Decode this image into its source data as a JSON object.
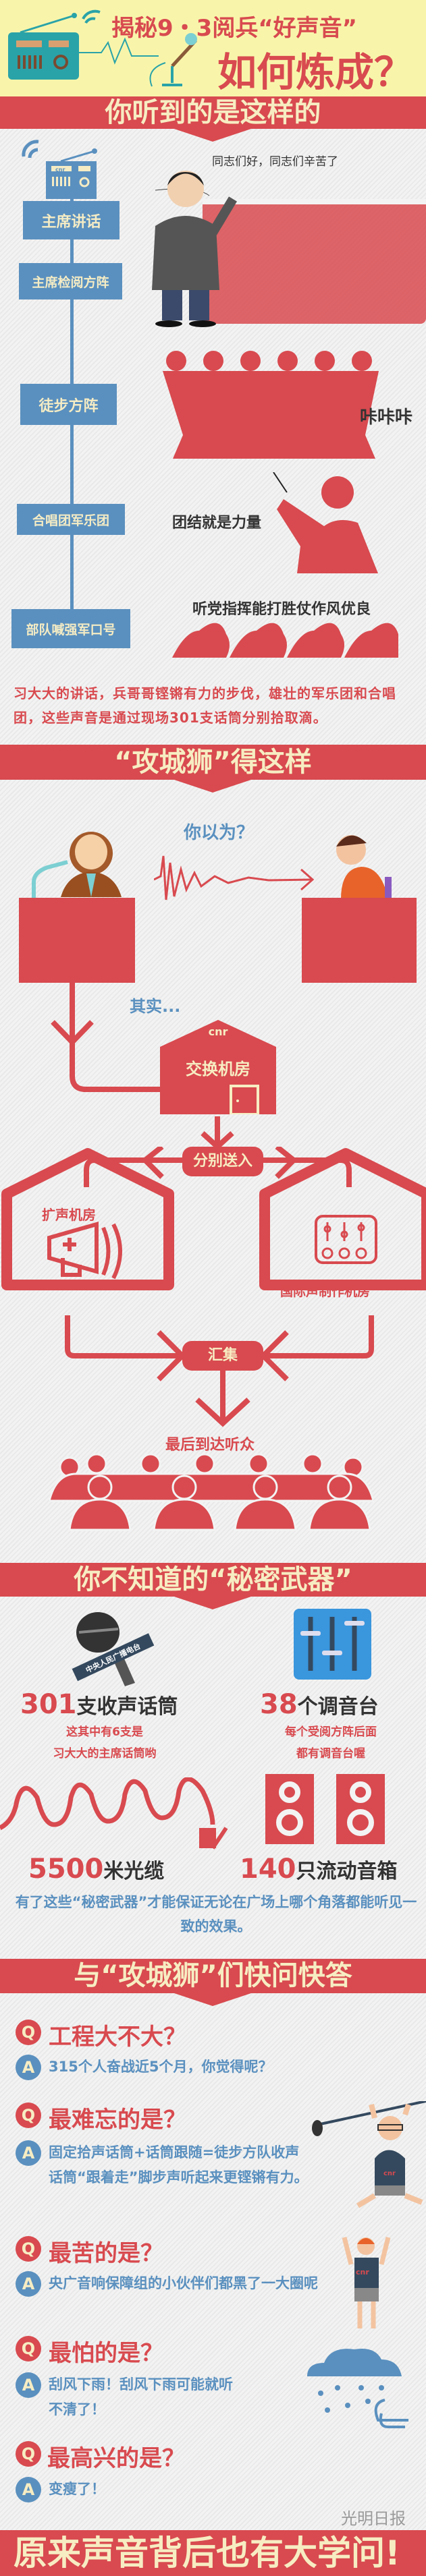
{
  "header": {
    "title_line1": "揭秘9・3阅兵“好声音”",
    "title_line2": "如何炼成？"
  },
  "section1": {
    "banner": "你听到的是这样的",
    "radio_label": "cnr",
    "timeline": [
      "主席讲话",
      "主席检阅方阵",
      "徒步方阵",
      "合唱团军乐团",
      "部队喊强军口号"
    ],
    "speech": "同志们好，同志们辛苦了",
    "footsteps": "咔咔咔",
    "song": "团结就是力量",
    "slogan": "听党指挥能打胜仗作风优良",
    "summary": "习大大的讲话，兵哥哥铿锵有力的步伐，雄壮的军乐团和合唱团，这些声音是通过现场301支话筒分别拾取滴。"
  },
  "section2": {
    "banner": "“攻城狮”得这样",
    "you_think": "你以为？",
    "actually": "其实...",
    "switch_room_brand": "cnr",
    "switch_room": "交换机房",
    "send_separately": "分别送入",
    "pa_room": "扩声机房",
    "intl_room": "国际声制作机房",
    "merge": "汇集",
    "audience": "最后到达听众"
  },
  "section3": {
    "banner": "你不知道的“秘密武器”",
    "mic_logo": "中央人民广播电台",
    "stats": [
      {
        "number": "301",
        "unit": "支收声话筒",
        "note1": "这其中有6支是",
        "note2": "习大大的主席话筒哟"
      },
      {
        "number": "38",
        "unit": "个调音台",
        "note1": "每个受阅方阵后面",
        "note2": "都有调音台喔"
      },
      {
        "number": "5500",
        "unit": "米光缆"
      },
      {
        "number": "140",
        "unit": "只流动音箱"
      }
    ],
    "summary": "有了这些“秘密武器”才能保证无论在广场上哪个角落都能听见一致的效果。"
  },
  "section4": {
    "banner": "与“攻城狮”们快问快答",
    "q_icon": "Q",
    "a_icon": "A",
    "shirt_logo": "cnr",
    "qa": [
      {
        "q": "工程大不大？",
        "a": [
          "315个人奋战近5个月，你觉得呢？"
        ]
      },
      {
        "q": "最难忘的是？",
        "a": [
          "固定拾声话筒+话筒跟随=徒步方队收声",
          "话筒“跟着走”脚步声听起来更铿锵有力。"
        ]
      },
      {
        "q": "最苦的是？",
        "a": [
          "央广音响保障组的小伙伴们都黑了一大圈呢"
        ]
      },
      {
        "q": "最怕的是？",
        "a": [
          "刮风下雨！刮风下雨可能就听",
          "不清了！"
        ]
      },
      {
        "q": "最高兴的是？",
        "a": [
          "变瘦了！"
        ]
      }
    ]
  },
  "footer": {
    "text": "原来声音背后也有大学问!",
    "watermark": "光明日报"
  },
  "colors": {
    "red": "#d84a4f",
    "blue": "#5a90bf",
    "cream": "#f7edc3",
    "yellow": "#f8f5ab"
  }
}
